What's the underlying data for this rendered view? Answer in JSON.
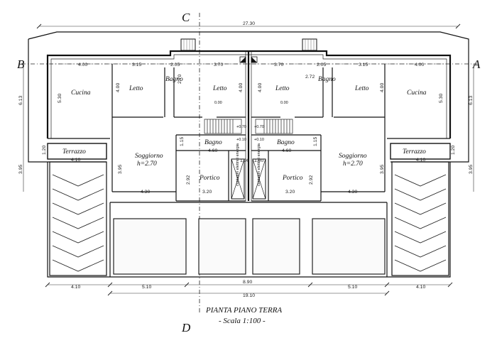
{
  "axes": {
    "a": "A",
    "b": "B",
    "c": "C",
    "d": "D"
  },
  "title": {
    "line1": "PIANTA PIANO TERRA",
    "line2": "- Scala 1:100 -"
  },
  "rooms": {
    "cucina": "Cucina",
    "letto": "Letto",
    "bagno": "Bagno",
    "soggiorno": "Soggiorno",
    "soggiorno_h": "h=2.70",
    "terrazzo": "Terrazzo",
    "portico": "Portico",
    "contatori": "contatori elettrici energia"
  },
  "levels": {
    "floor": "0.00",
    "plus070": "+0.70",
    "plus010": "+0.10"
  },
  "dims": {
    "overall": "27.30",
    "top": [
      "4.00",
      "3.15",
      "2.05",
      "3.70",
      "3.70",
      "2.05",
      "3.15",
      "4.00"
    ],
    "cucina_h": "5.30",
    "letto_h": "4.00",
    "bagno_w": "2.72",
    "bagno_h": "2.70",
    "mid_bagno_h": "1.15",
    "soggiorno_h": "3.95",
    "terrazzo_w": "4.10",
    "terrazzo_h": "1.20",
    "portico_top": "4.60",
    "portico_w": "3.20",
    "portico_h": "2.92",
    "soggiorno_w": "4.30",
    "left_upper": "6.13",
    "left_lower": "3.95",
    "contatori_w": "1.00",
    "bottom": [
      "4.10",
      "5.10",
      "8.90",
      "5.10",
      "4.10"
    ],
    "bottom_total": "19.10"
  }
}
